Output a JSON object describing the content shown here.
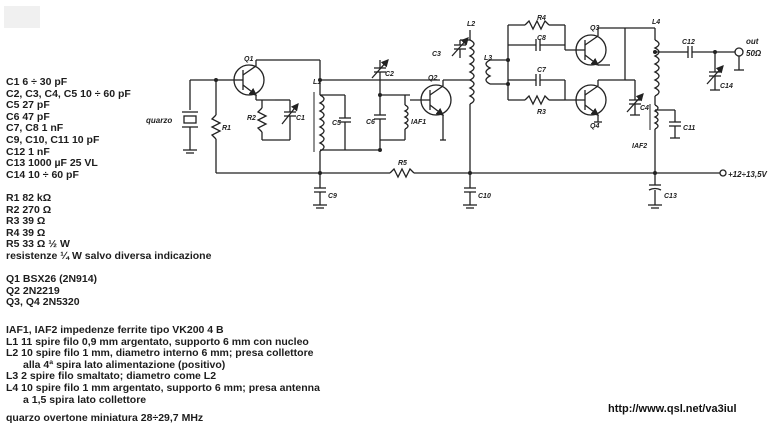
{
  "schematic": {
    "labels": {
      "q1": "Q1",
      "q2": "Q2",
      "q3": "Q3",
      "q4": "Q4",
      "l1": "L1",
      "l2": "L2",
      "l3": "L3",
      "l4": "L4",
      "r1": "R1",
      "r2": "R2",
      "r3": "R3",
      "r4": "R4",
      "r5": "R5",
      "c1": "C1",
      "c2": "C2",
      "c3": "C3",
      "c4": "C4",
      "c5": "C5",
      "c6": "C6",
      "c7": "C7",
      "c8": "C8",
      "c9": "C9",
      "c10": "C10",
      "c11": "C11",
      "c12": "C12",
      "c13": "C13",
      "c14": "C14",
      "iaf1": "IAF1",
      "iaf2": "IAF2",
      "crystal": "quarzo",
      "out": "out",
      "out_impedance": "50Ω",
      "supply": "+12÷13,5V"
    }
  },
  "parts": {
    "capacitors": [
      "C1  6 ÷ 30 pF",
      "C2, C3, C4, C5  10 ÷ 60 pF",
      "C5  27 pF",
      "C6  47 pF",
      "C7, C8  1 nF",
      "C9, C10, C11  10 pF",
      "C12  1 nF",
      "C13  1000 µF 25 VL",
      "C14  10 ÷ 60 pF"
    ],
    "resistors": [
      "R1  82 kΩ",
      "R2  270 Ω",
      "R3  39 Ω",
      "R4  39 Ω",
      "R5  33 Ω ½ W",
      "resistenze ¼ W salvo diversa indicazione"
    ],
    "transistors": [
      "Q1  BSX26 (2N914)",
      "Q2  2N2219",
      "Q3, Q4  2N5320"
    ],
    "inductors": [
      "IAF1, IAF2  impedenze ferrite tipo VK200 4 B",
      "L1  11 spire filo 0,9 mm argentato, supporto 6 mm con nucleo",
      "L2  10 spire filo 1 mm, diametro interno 6 mm; presa collettore",
      "alla 4ª spira lato alimentazione (positivo)",
      "L3  2 spire filo smaltato; diametro come L2",
      "L4  10 spire filo 1 mm argentato, supporto 6 mm; presa antenna",
      "a 1,5 spira lato collettore"
    ],
    "crystal": "quarzo overtone miniatura 28÷29,7 MHz"
  },
  "footer": {
    "url": "http://www.qsl.net/va3iul"
  }
}
